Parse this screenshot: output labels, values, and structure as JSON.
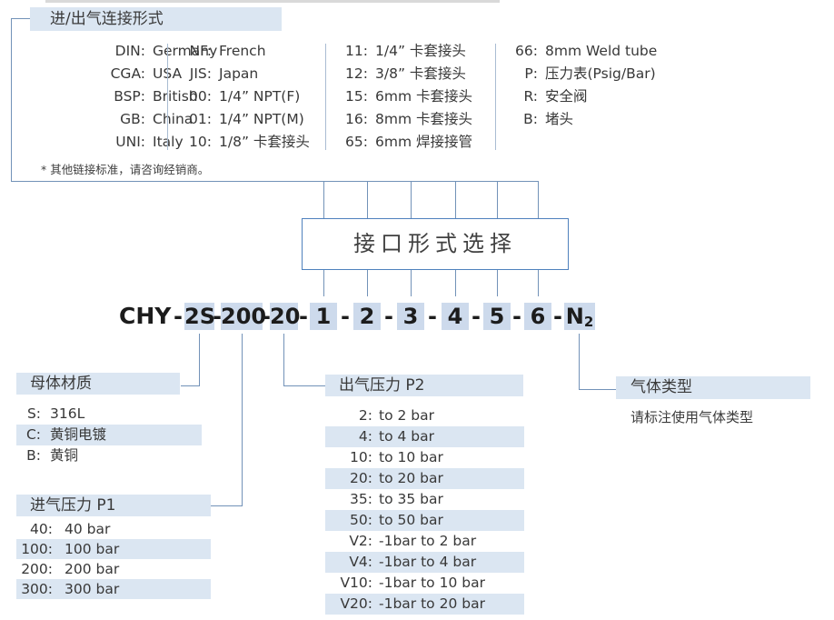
{
  "colors": {
    "highlight_bg": "#dbe6f2",
    "chip_bg": "#cddaec",
    "connector_line": "#7292b8",
    "box_border": "#4f81bd"
  },
  "top_section": {
    "header": "进/出气连接形式",
    "footnote": "* 其他链接标准，请咨询经销商。",
    "columns": [
      {
        "items": [
          {
            "code": "DIN:",
            "label": "Germany"
          },
          {
            "code": "CGA:",
            "label": "USA"
          },
          {
            "code": "BSP:",
            "label": "British"
          },
          {
            "code": "GB:",
            "label": "China"
          },
          {
            "code": "UNI:",
            "label": "Italy"
          }
        ]
      },
      {
        "items": [
          {
            "code": "NF:",
            "label": "French"
          },
          {
            "code": "JIS:",
            "label": "Japan"
          },
          {
            "code": "00:",
            "label": "1/4” NPT(F)"
          },
          {
            "code": "01:",
            "label": "1/4” NPT(M)"
          },
          {
            "code": "10:",
            "label": "1/8” 卡套接头"
          }
        ]
      },
      {
        "items": [
          {
            "code": "11:",
            "label": "1/4” 卡套接头"
          },
          {
            "code": "12:",
            "label": "3/8” 卡套接头"
          },
          {
            "code": "15:",
            "label": "6mm 卡套接头"
          },
          {
            "code": "16:",
            "label": "8mm 卡套接头"
          },
          {
            "code": "65:",
            "label": "6mm 焊接接管"
          }
        ]
      },
      {
        "items": [
          {
            "code": "66:",
            "label": "8mm Weld tube"
          },
          {
            "code": "P:",
            "label": "压力表(Psig/Bar)"
          },
          {
            "code": "R:",
            "label": "安全阀"
          },
          {
            "code": "B:",
            "label": "堵头"
          }
        ]
      }
    ]
  },
  "selector_box": {
    "label": "接口形式选择"
  },
  "model_code": {
    "prefix": "CHY",
    "dash": "-",
    "segments": [
      "2S",
      "200",
      "20",
      "1",
      "2",
      "3",
      "4",
      "5",
      "6"
    ],
    "gas_segment": {
      "base": "N",
      "sub": "2"
    }
  },
  "material_section": {
    "header": "母体材质",
    "items": [
      {
        "code": "S:",
        "label": "316L"
      },
      {
        "code": "C:",
        "label": "黄铜电镀"
      },
      {
        "code": "B:",
        "label": "黄铜"
      }
    ]
  },
  "p1_section": {
    "header": "进气压力 P1",
    "items": [
      {
        "code": "40:",
        "label": "40 bar"
      },
      {
        "code": "100:",
        "label": "100 bar"
      },
      {
        "code": "200:",
        "label": "200 bar"
      },
      {
        "code": "300:",
        "label": "300 bar"
      }
    ]
  },
  "p2_section": {
    "header": "出气压力 P2",
    "items": [
      {
        "code": "2:",
        "label": "to 2 bar"
      },
      {
        "code": "4:",
        "label": "to 4 bar"
      },
      {
        "code": "10:",
        "label": "to 10 bar"
      },
      {
        "code": "20:",
        "label": "to 20 bar"
      },
      {
        "code": "35:",
        "label": "to 35 bar"
      },
      {
        "code": "50:",
        "label": "to 50 bar"
      },
      {
        "code": "V2:",
        "label": "-1bar to 2 bar"
      },
      {
        "code": "V4:",
        "label": "-1bar to 4 bar"
      },
      {
        "code": "V10:",
        "label": "-1bar to 10 bar"
      },
      {
        "code": "V20:",
        "label": "-1bar to 20 bar"
      }
    ]
  },
  "gas_section": {
    "header": "气体类型",
    "caption": "请标注使用气体类型"
  }
}
